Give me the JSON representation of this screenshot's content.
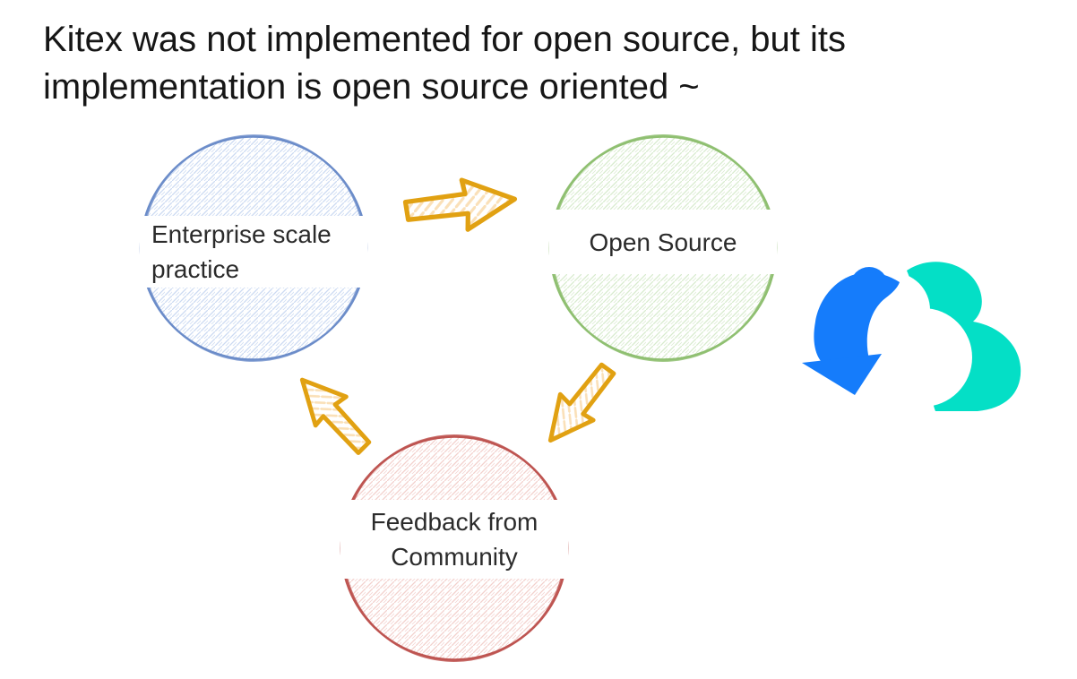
{
  "title": {
    "line1": "Kitex was not implemented for open source, but its",
    "line2": "implementation is open source oriented ~"
  },
  "diagram": {
    "nodes": [
      {
        "id": "enterprise-scale-practice",
        "lines": [
          "Enterprise scale",
          "practice"
        ],
        "stroke": "#6B8CC9",
        "hatch": "#CBDAF2"
      },
      {
        "id": "open-source",
        "lines": [
          "Open Source"
        ],
        "stroke": "#8FBF71",
        "hatch": "#D8EBCE"
      },
      {
        "id": "feedback-from-community",
        "lines": [
          "Feedback from",
          "Community"
        ],
        "stroke": "#BE5551",
        "hatch": "#F3D1CD"
      }
    ],
    "arrow_color": "#E1A112",
    "arrow_hatch": "#FAE0B8",
    "flow": [
      "enterprise-scale-practice → open-source",
      "open-source → feedback-from-community",
      "feedback-from-community → enterprise-scale-practice"
    ]
  },
  "logo": {
    "icon": "cloud-arrow-logo-icon",
    "blue": "#157CFB",
    "teal": "#04DFC6"
  }
}
